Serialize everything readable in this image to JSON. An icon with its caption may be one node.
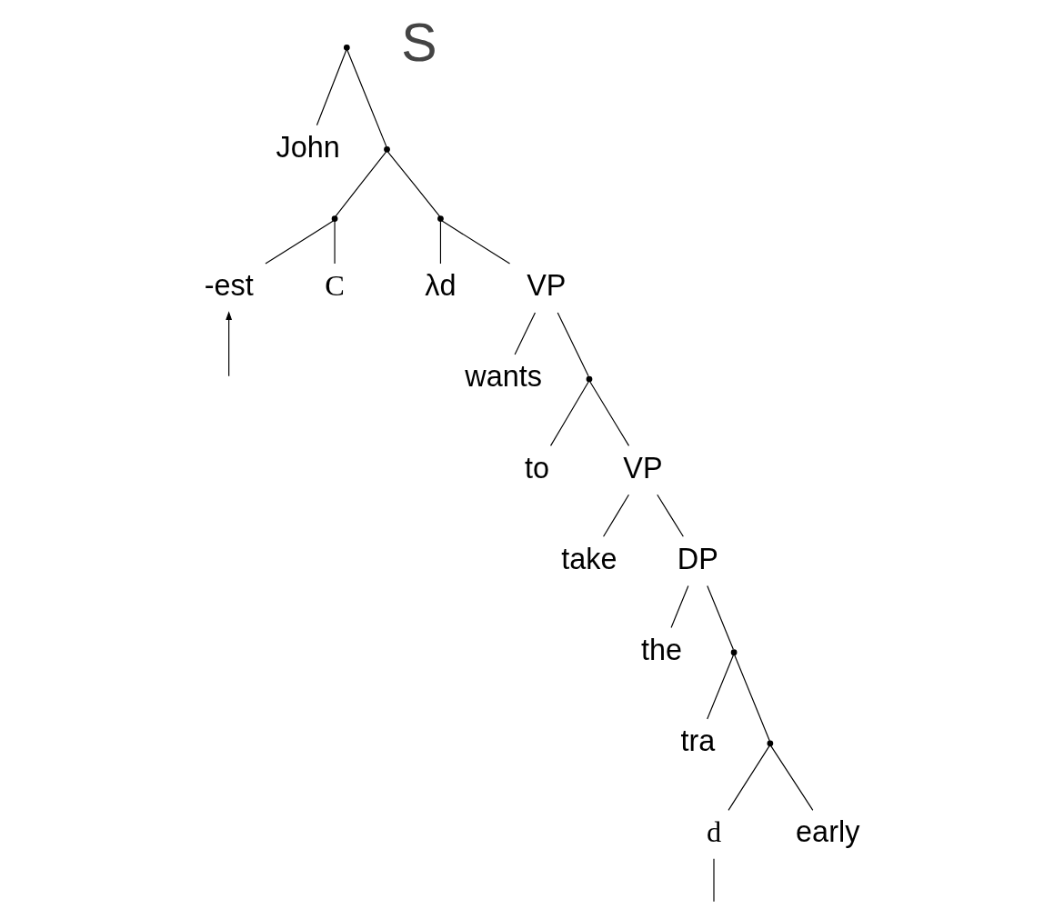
{
  "diagram": {
    "nodes": [
      {
        "text": [],
        "shape": "point"
      },
      {
        "text": [
          "John"
        ]
      },
      {
        "text": [],
        "shape": "point"
      },
      {
        "text": [],
        "shape": "point"
      },
      {
        "text": [
          "-est"
        ]
      },
      {
        "text": [
          "C"
        ]
      },
      {
        "text": [],
        "shape": "point"
      },
      {
        "text": [
          "λd"
        ]
      },
      {
        "text": [
          "VP"
        ]
      },
      {
        "text": [
          "wants"
        ]
      },
      {
        "text": [],
        "shape": "point"
      },
      {
        "text": [
          "to"
        ]
      },
      {
        "text": [
          "VP"
        ]
      },
      {
        "text": [
          "take"
        ]
      },
      {
        "text": [
          "DP"
        ]
      },
      {
        "text": [
          "the"
        ]
      },
      {
        "text": [],
        "shape": "point"
      },
      {
        "text": [
          "tra"
        ]
      },
      {
        "text": [],
        "shape": "point"
      },
      {
        "text": [
          "d"
        ]
      },
      {
        "text": [
          "early"
        ]
      }
    ],
    "edges": [
      {
        "from": 0,
        "to": 1,
        "arrow": "none"
      },
      {
        "from": 0,
        "to": 2,
        "arrow": "none"
      },
      {
        "from": 2,
        "to": 3,
        "arrow": "none"
      },
      {
        "from": 2,
        "to": 6,
        "arrow": "none"
      },
      {
        "from": 3,
        "to": 4,
        "arrow": "none"
      },
      {
        "from": 3,
        "to": 5,
        "arrow": "none"
      },
      {
        "from": 6,
        "to": 7,
        "arrow": "none"
      },
      {
        "from": 6,
        "to": 8,
        "arrow": "none"
      },
      {
        "from": 8,
        "to": 9,
        "arrow": "none"
      },
      {
        "from": 8,
        "to": 10,
        "arrow": "none"
      },
      {
        "from": 10,
        "to": 11,
        "arrow": "none"
      },
      {
        "from": 10,
        "to": 12,
        "arrow": "none"
      },
      {
        "from": 12,
        "to": 13,
        "arrow": "none"
      },
      {
        "from": 12,
        "to": 14,
        "arrow": "none"
      },
      {
        "from": 14,
        "to": 15,
        "arrow": "none"
      },
      {
        "from": 14,
        "to": 16,
        "arrow": "none"
      },
      {
        "from": 16,
        "to": 18,
        "arrow": "none"
      },
      {
        "from": 16,
        "to": 17,
        "arrow": "none"
      },
      {
        "from": 18,
        "to": 19,
        "arrow": "none"
      },
      {
        "from": 18,
        "to": 20,
        "arrow": "none"
      },
      {
        "from": null,
        "to": 4,
        "arrow": "to"
      },
      {
        "from": 19,
        "to": null,
        "arrow": "none"
      }
    ],
    "labels": [
      "S"
    ]
  }
}
